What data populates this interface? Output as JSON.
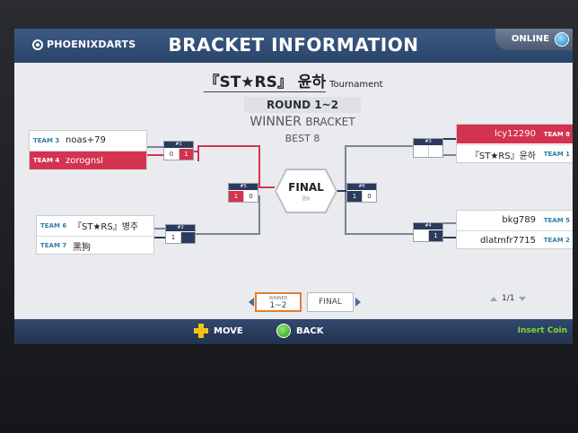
{
  "header": {
    "brand": "PHOENIXDARTS",
    "title": "BRACKET INFORMATION",
    "status": "ONLINE"
  },
  "tournament": {
    "name": "『ST★RS』 윤하",
    "type": "Tournament"
  },
  "info": {
    "round": "ROUND 1~2",
    "bracket_big": "WINNER",
    "bracket_small": "BRACKET",
    "best": "BEST 8"
  },
  "matches": {
    "m1": {
      "no": "#1",
      "s1": "0",
      "s2": "1"
    },
    "m2": {
      "no": "#2",
      "s1": "1",
      "s2": ""
    },
    "m3": {
      "no": "#3",
      "s1": "",
      "s2": ""
    },
    "m4": {
      "no": "#4",
      "s1": "",
      "s2": "1"
    },
    "m5": {
      "no": "#5",
      "s1": "1",
      "s2": "0"
    },
    "m6": {
      "no": "#6",
      "s1": "1",
      "s2": "0"
    }
  },
  "teams": {
    "t3": {
      "label": "TEAM 3",
      "name": "noas+79"
    },
    "t4": {
      "label": "TEAM 4",
      "name": "zorognsl"
    },
    "t6": {
      "label": "TEAM 6",
      "name": "『ST★RS』병주"
    },
    "t7": {
      "label": "TEAM 7",
      "name": "黑狗"
    },
    "t8": {
      "label": "TEAM 8",
      "name": "lcy12290"
    },
    "t1": {
      "label": "TEAM 1",
      "name": "『ST★RS』윤하"
    },
    "t5": {
      "label": "TEAM 5",
      "name": "bkg789"
    },
    "t2": {
      "label": "TEAM 2",
      "name": "dlatmfr7715"
    }
  },
  "final": {
    "label": "FINAL",
    "sub": "결승"
  },
  "round_nav": {
    "active_caption": "WINNER",
    "active_value": "1~2",
    "next_label": "FINAL"
  },
  "pager": {
    "text": "1/1"
  },
  "footer": {
    "move": "MOVE",
    "back": "BACK",
    "coin": "Insert Coin"
  },
  "colors": {
    "accent_red": "#d3334f",
    "navy": "#2b3b5e",
    "team_label": "#2d80a6",
    "coin_green": "#7bdc2f"
  }
}
